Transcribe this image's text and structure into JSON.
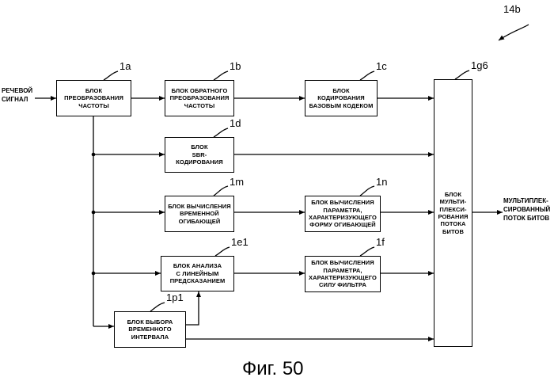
{
  "figure_id": "14b",
  "caption": "Фиг. 50",
  "input_label": "РЕЧЕВОЙ\nСИГНАЛ",
  "output_label": "МУЛЬТИПЛЕК-\nСИРОВАННЫЙ\nПОТОК БИТОВ",
  "blocks": {
    "b1a": {
      "id": "1a",
      "text": "БЛОК\nПРЕОБРАЗОВАНИЯ\nЧАСТОТЫ"
    },
    "b1b": {
      "id": "1b",
      "text": "БЛОК ОБРАТНОГО\nПРЕОБРАЗОВАНИЯ\nЧАСТОТЫ"
    },
    "b1c": {
      "id": "1c",
      "text": "БЛОК\nКОДИРОВАНИЯ\nБАЗОВЫМ КОДЕКОМ"
    },
    "b1d": {
      "id": "1d",
      "text": "БЛОК\nSBR-\nКОДИРОВАНИЯ"
    },
    "b1m": {
      "id": "1m",
      "text": "БЛОК ВЫЧИСЛЕНИЯ\nВРЕМЕННОЙ\nОГИБАЮЩЕЙ"
    },
    "b1n": {
      "id": "1n",
      "text": "БЛОК ВЫЧИСЛЕНИЯ\nПАРАМЕТРА,\nХАРАКТЕРИЗУЮЩЕГО\nФОРМУ ОГИБАЮЩЕЙ"
    },
    "b1e1": {
      "id": "1e1",
      "text": "БЛОК АНАЛИЗА\nС ЛИНЕЙНЫМ\nПРЕДСКАЗАНИЕМ"
    },
    "b1f": {
      "id": "1f",
      "text": "БЛОК ВЫЧИСЛЕНИЯ\nПАРАМЕТРА,\nХАРАКТЕРИЗУЮЩЕГО\nСИЛУ ФИЛЬТРА"
    },
    "b1p1": {
      "id": "1p1",
      "text": "БЛОК ВЫБОРА\nВРЕМЕННОГО\nИНТЕРВАЛА"
    },
    "b1g6": {
      "id": "1g6",
      "text": "БЛОК\nМУЛЬТИ-\nПЛЕКСИ-\nРОВАНИЯ\nПОТОКА\nБИТОВ"
    }
  }
}
